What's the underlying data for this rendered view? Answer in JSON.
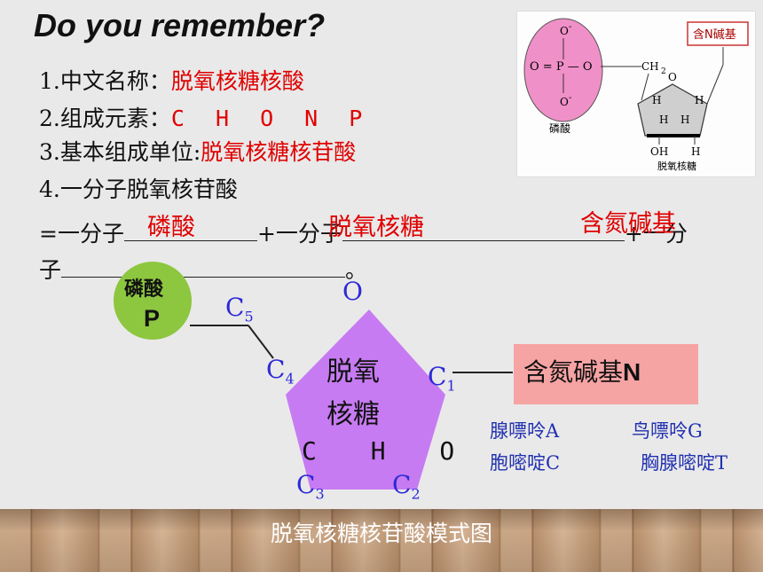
{
  "title": "Do you remember?",
  "lines": {
    "l1_label": "1.中文名称：",
    "l1_value": "脱氧核糖核酸",
    "l2_label": "2.组成元素：",
    "l2_value": "C H O N P",
    "l3_label": "3.基本组成单位:",
    "l3_value": "脱氧核糖核苷酸",
    "l4": "4.一分子脱氧核苷酸",
    "l5_a": "=一分子",
    "l5_b": "+一分子",
    "l5_c": "+一分",
    "l6_a": "子",
    "l6_b": "。"
  },
  "answers": {
    "phosphate": "磷酸",
    "sugar": "脱氧核糖",
    "base": "含氮碱基"
  },
  "reference_image": {
    "label": "含N碱基",
    "phosphate_caption": "磷酸",
    "sugar_caption": "脱氧核糖",
    "o_top": "O",
    "o_minus": "-",
    "o_eq_p": "O = P — O",
    "ch2": "CH",
    "ch2_sub": "2",
    "ring_o": "O",
    "h": "H",
    "oh": "OH"
  },
  "diagram": {
    "phosphate_label": "磷酸",
    "phosphate_symbol": "P",
    "c5": "C",
    "c5_sub": "5",
    "c4": "C",
    "c4_sub": "4",
    "c1": "C",
    "c1_sub": "1",
    "c2": "C",
    "c2_sub": "2",
    "c3": "C",
    "c3_sub": "3",
    "ring_o": "O",
    "sugar_line1": "脱氧",
    "sugar_line2": "核糖",
    "sugar_elements": "C H O",
    "base_label": "含氮碱基",
    "base_symbol": "N",
    "bases": [
      "腺嘌呤A",
      "鸟嘌呤G",
      "胞嘧啶C",
      "胸腺嘧啶T"
    ]
  },
  "caption": "脱氧核糖核苷酸模式图",
  "colors": {
    "answer": "#e00000",
    "phosphate_circle": "#8dc63f",
    "pentagon": "#c77bf2",
    "base_box": "#f6a3a3",
    "carbon_labels": "#2d2ad6"
  }
}
